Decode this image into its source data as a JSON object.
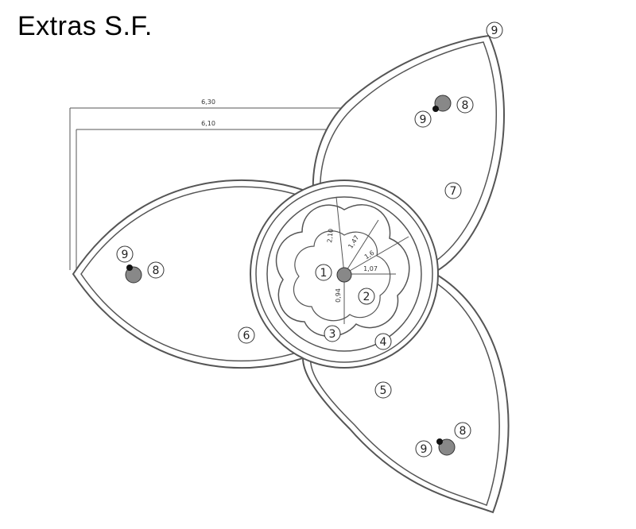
{
  "title": "Extras S.F.",
  "dimensions": {
    "overall_outer": "6,30",
    "overall_inner": "6,10",
    "r_outer": "2,10",
    "r_a": "1,47",
    "r_b": "1,6",
    "r_c": "1,07",
    "r_d": "0,94"
  },
  "badges": {
    "b1": "1",
    "b2": "2",
    "b3": "3",
    "b4": "4",
    "b5": "5",
    "b6": "6",
    "b7": "7",
    "b8_left": "8",
    "b9_left": "9",
    "b8_top": "8",
    "b9_top": "9",
    "b8_bottom": "8",
    "b9_bottom": "9",
    "b9_tip": "9"
  },
  "colors": {
    "line": "#555555",
    "accent": "#9c8fc0",
    "fill": "#ffffff",
    "marker": "#888888"
  }
}
